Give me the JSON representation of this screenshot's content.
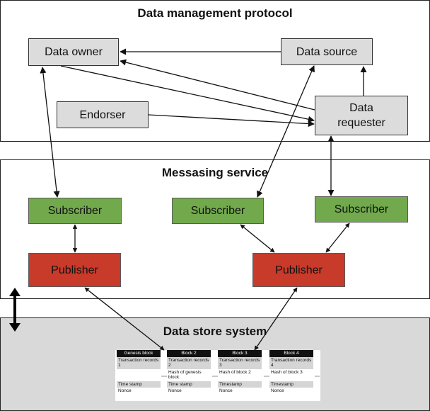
{
  "sections": {
    "top_title": "Data management protocol",
    "middle_title": "Messasing service",
    "bottom_title": "Data store system"
  },
  "nodes": {
    "data_owner": "Data owner",
    "data_source": "Data source",
    "endorser": "Endorser",
    "data_requester": "Data requester",
    "subscriber_1": "Subscriber",
    "subscriber_2": "Subscriber",
    "subscriber_3": "Subscriber",
    "publisher_1": "Publisher",
    "publisher_2": "Publisher"
  },
  "chain": {
    "genesis": {
      "title": "Genesis block",
      "rows": [
        "Transaction records 1",
        "",
        "Time stamp",
        "Nonce"
      ]
    },
    "block2": {
      "title": "Block 2",
      "rows": [
        "Transaction records 2",
        "Hash of genesis block",
        "Time stamp",
        "Nonce"
      ]
    },
    "block3": {
      "title": "Block 3",
      "rows": [
        "Transaction records 3",
        "Hash of block 2",
        "Timestamp",
        "Nonce"
      ]
    },
    "block4": {
      "title": "Block 4",
      "rows": [
        "Transaction records 4",
        "Hash of block 3",
        "Timestamp",
        "Nonce"
      ]
    }
  },
  "colors": {
    "node_gray": "#dcdcdc",
    "subscriber_green": "#72a94d",
    "publisher_red": "#c83a2a",
    "store_background": "#d9d9d9"
  }
}
